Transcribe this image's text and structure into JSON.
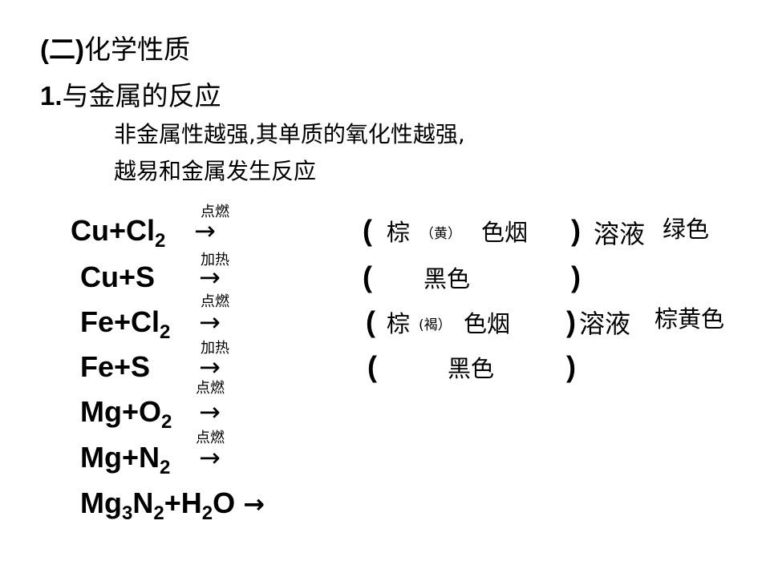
{
  "heading": {
    "section_prefix": "(二)",
    "section_title": "化学性质",
    "sub_prefix": "1.",
    "sub_title": "与金属的反应"
  },
  "intro": {
    "line1": "非金属性越强,其单质的氧化性越强,",
    "line2": "越易和金属发生反应"
  },
  "reactions": [
    {
      "id": "cu-cl2",
      "parts": [
        {
          "t": "Cu+Cl"
        },
        {
          "t": "2",
          "sub": true
        }
      ],
      "condition": "点燃",
      "arrow": "→",
      "observation": {
        "open": "(",
        "a": "棕",
        "small": "（黄）",
        "b": "色烟",
        "close": ")",
        "solution": "溶液",
        "solution_color": "绿色"
      }
    },
    {
      "id": "cu-s",
      "parts": [
        {
          "t": "Cu+S"
        }
      ],
      "condition": "加热",
      "arrow": "→",
      "observation": {
        "open": "(",
        "a": "黑色",
        "close": ")"
      }
    },
    {
      "id": "fe-cl2",
      "parts": [
        {
          "t": "Fe+Cl"
        },
        {
          "t": "2",
          "sub": true
        }
      ],
      "condition": "点燃",
      "arrow": "→",
      "observation": {
        "open": "(",
        "a": "棕",
        "small": "(褐）",
        "b": "色烟",
        "close": ")",
        "solution": "溶液",
        "solution_color": "棕黄色"
      }
    },
    {
      "id": "fe-s",
      "parts": [
        {
          "t": "Fe+S"
        }
      ],
      "condition": "加热",
      "arrow": "→",
      "observation": {
        "open": "(",
        "a": "黑色",
        "close": ")"
      }
    },
    {
      "id": "mg-o2",
      "parts": [
        {
          "t": "Mg+O"
        },
        {
          "t": "2",
          "sub": true
        }
      ],
      "condition": "点燃",
      "arrow": "→"
    },
    {
      "id": "mg-n2",
      "parts": [
        {
          "t": "Mg+N"
        },
        {
          "t": "2",
          "sub": true
        }
      ],
      "condition": "点燃",
      "arrow": "→"
    },
    {
      "id": "mg3n2-h2o",
      "parts": [
        {
          "t": "Mg"
        },
        {
          "t": "3",
          "sub": true
        },
        {
          "t": "N"
        },
        {
          "t": "2",
          "sub": true
        },
        {
          "t": "+H"
        },
        {
          "t": "2",
          "sub": true
        },
        {
          "t": "O "
        }
      ],
      "arrow": "→"
    }
  ]
}
